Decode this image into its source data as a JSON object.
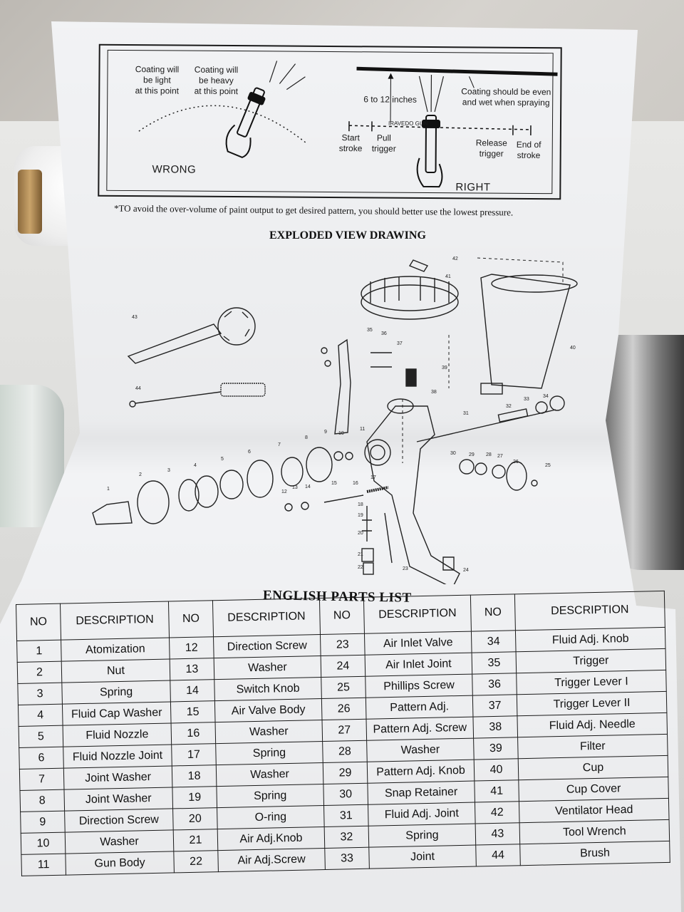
{
  "technique": {
    "label_light": "Coating will\nbe light\nat this point",
    "label_heavy": "Coating will\nbe heavy\nat this point",
    "label_wrong": "WRONG",
    "label_distance": "6 to 12 inches",
    "label_even": "Coating should be even\nand wet when spraying",
    "label_gun": "IRAVEDO GUN",
    "label_start": "Start\nstroke",
    "label_pull": "Pull\ntrigger",
    "label_release": "Release\ntrigger",
    "label_end": "End of\nstroke",
    "label_right": "RIGHT"
  },
  "note": "*TO avoid the over-volume of paint output to get desired pattern, you should better use the lowest pressure.",
  "exploded_title": "EXPLODED VIEW DRAWING",
  "callouts": [
    "1",
    "2",
    "3",
    "4",
    "5",
    "6",
    "7",
    "8",
    "9",
    "10",
    "11",
    "12",
    "13",
    "14",
    "15",
    "16",
    "17",
    "18",
    "19",
    "20",
    "21",
    "22",
    "23",
    "24",
    "25",
    "26",
    "27",
    "28",
    "29",
    "30",
    "31",
    "32",
    "33",
    "34",
    "35",
    "36",
    "37",
    "38",
    "39",
    "40",
    "41",
    "42",
    "43",
    "44"
  ],
  "parts_title": "ENGLISH PARTS LIST",
  "parts_headers": [
    "NO",
    "DESCRIPTION",
    "NO",
    "DESCRIPTION",
    "NO",
    "DESCRIPTION",
    "NO",
    "DESCRIPTION"
  ],
  "parts_rows": [
    [
      "1",
      "Atomization",
      "12",
      "Direction Screw",
      "23",
      "Air Inlet Valve",
      "34",
      "Fluid Adj. Knob"
    ],
    [
      "2",
      "Nut",
      "13",
      "Washer",
      "24",
      "Air Inlet Joint",
      "35",
      "Trigger"
    ],
    [
      "3",
      "Spring",
      "14",
      "Switch Knob",
      "25",
      "Phillips Screw",
      "36",
      "Trigger Lever I"
    ],
    [
      "4",
      "Fluid Cap Washer",
      "15",
      "Air Valve Body",
      "26",
      "Pattern Adj.",
      "37",
      "Trigger Lever II"
    ],
    [
      "5",
      "Fluid Nozzle",
      "16",
      "Washer",
      "27",
      "Pattern Adj. Screw",
      "38",
      "Fluid Adj. Needle"
    ],
    [
      "6",
      "Fluid Nozzle Joint",
      "17",
      "Spring",
      "28",
      "Washer",
      "39",
      "Filter"
    ],
    [
      "7",
      "Joint Washer",
      "18",
      "Washer",
      "29",
      "Pattern Adj. Knob",
      "40",
      "Cup"
    ],
    [
      "8",
      "Joint Washer",
      "19",
      "Spring",
      "30",
      "Snap Retainer",
      "41",
      "Cup Cover"
    ],
    [
      "9",
      "Direction Screw",
      "20",
      "O-ring",
      "31",
      "Fluid Adj. Joint",
      "42",
      "Ventilator Head"
    ],
    [
      "10",
      "Washer",
      "21",
      "Air Adj.Knob",
      "32",
      "Spring",
      "43",
      "Tool Wrench"
    ],
    [
      "11",
      "Gun Body",
      "22",
      "Air Adj.Screw",
      "33",
      "Joint",
      "44",
      "Brush"
    ]
  ]
}
